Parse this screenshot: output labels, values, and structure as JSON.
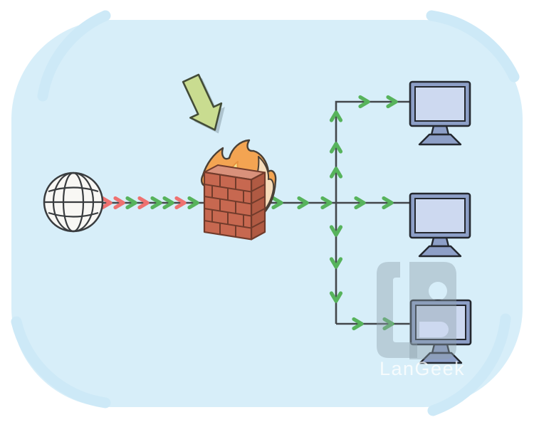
{
  "diagram": {
    "type": "firewall-network-diagram",
    "nodes": {
      "internet": {
        "icon": "internet-globe-icon"
      },
      "firewall": {
        "icon": "firewall-icon",
        "parts": [
          "brick-wall-icon",
          "fire-icon"
        ],
        "pointer": "attention-arrow-icon"
      },
      "computers": [
        {
          "icon": "computer-monitor-icon"
        },
        {
          "icon": "computer-monitor-icon"
        },
        {
          "icon": "computer-monitor-icon"
        }
      ]
    },
    "traffic": {
      "inbound_chevron_colors": [
        "red",
        "red",
        "green",
        "red",
        "green",
        "green",
        "red",
        "green"
      ],
      "outbound_chevron_colors": "green"
    }
  },
  "watermark": {
    "label": "LanGeek",
    "logo": "langeek-logo"
  },
  "colors": {
    "page_bg": "#ffffff",
    "panel_bg": "#d7eef9",
    "arc_stroke": "#cde9f7",
    "line_color": "#43474b",
    "chevron_green": "#57b35c",
    "chevron_red": "#ee7170",
    "globe_fill": "#f8f7f4",
    "globe_stroke": "#393c3f",
    "flame_orange": "#f3a452",
    "flame_cream": "#f6dcba",
    "flame_yellow": "#f7e58c",
    "flame_stroke": "#4a4036",
    "flame_inner_stroke": "#e8923f",
    "brick_fill": "#c76850",
    "brick_side": "#b05a43",
    "brick_top": "#d9917b",
    "brick_stroke": "#713b2b",
    "arrow_fill": "#c9dc90",
    "arrow_stroke": "#434c38",
    "arrow_shadow": "rgba(110,130,142,0.40)",
    "monitor_bezel": "#8d9fc7",
    "monitor_screen": "#cdd9f0",
    "monitor_stroke": "#23272e",
    "watermark_grey": "#8da0ab",
    "watermark_text": "#ffffff"
  }
}
